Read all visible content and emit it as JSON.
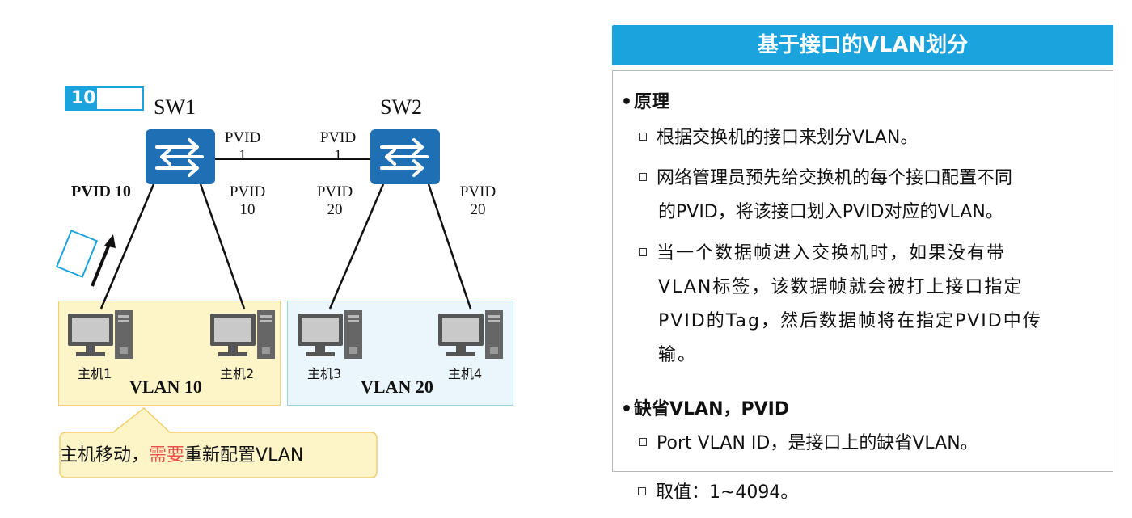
{
  "diagram": {
    "tag_number": "10",
    "sw1_label": "SW1",
    "sw2_label": "SW2",
    "pvid_left_label": "PVID 10",
    "pvid_sw1_right": [
      "PVID",
      "1"
    ],
    "pvid_sw2_left": [
      "PVID",
      "1"
    ],
    "pvid_sw1_down": [
      "PVID",
      "10"
    ],
    "pvid_sw2_down_left": [
      "PVID",
      "20"
    ],
    "pvid_sw2_down_right": [
      "PVID",
      "20"
    ],
    "hosts": [
      "主机1",
      "主机2",
      "主机3",
      "主机4"
    ],
    "vlan10_label": "VLAN 10",
    "vlan20_label": "VLAN 20",
    "callout": {
      "part1": "主机移动，",
      "highlight": "需要",
      "part2": "重新配置VLAN"
    },
    "colors": {
      "switch": "#1f6fb5",
      "accent": "#1ba3dd",
      "highlight": "#e8514b",
      "vlan10_fill": "#fdf5c8",
      "vlan20_fill": "#eaf6fb"
    }
  },
  "panel": {
    "title": "基于接口的VLAN划分",
    "section1": {
      "heading": "原理",
      "items": [
        [
          "根据交换机的接口来划分VLAN。"
        ],
        [
          "网络管理员预先给交换机的每个接口配置不同",
          "的PVID，将该接口划入PVID对应的VLAN。"
        ],
        [
          "当一个数据帧进入交换机时，如果没有带",
          "VLAN标签，该数据帧就会被打上接口指定",
          "PVID的Tag，然后数据帧将在指定PVID中传",
          "输。"
        ]
      ]
    },
    "section2": {
      "heading": "缺省VLAN，PVID",
      "items": [
        [
          "Port VLAN ID，是接口上的缺省VLAN。"
        ],
        [
          "取值：1~4094。"
        ]
      ]
    }
  }
}
